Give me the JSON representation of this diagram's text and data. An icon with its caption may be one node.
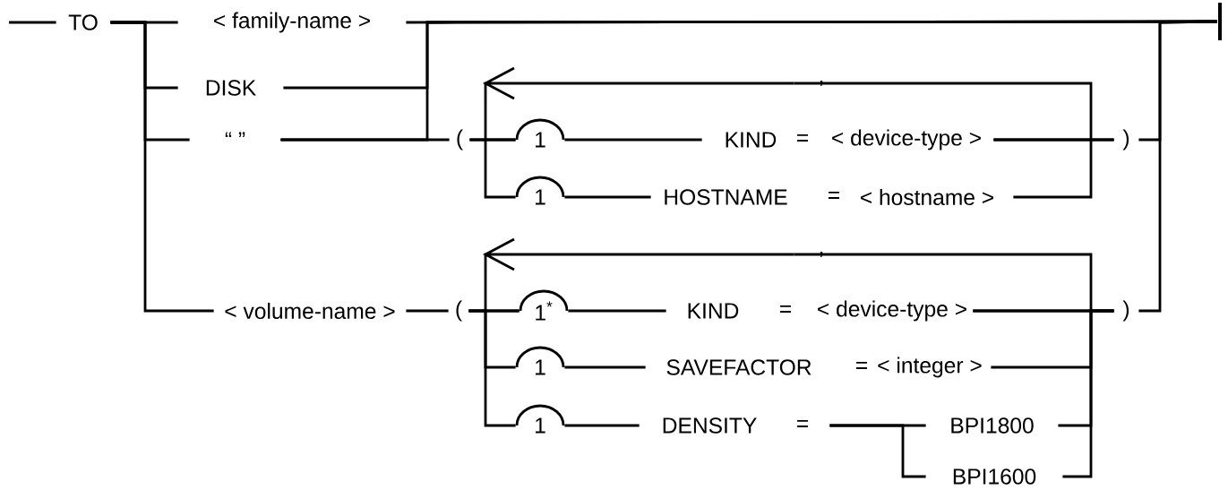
{
  "diagram": {
    "nodes": [
      {
        "text": [
          "TO"
        ]
      },
      {
        "text": [
          "< family-name >"
        ]
      },
      {
        "text": [
          "DISK"
        ]
      },
      {
        "text": [
          "“ ”"
        ]
      },
      {
        "text": [
          "< volume-name >"
        ]
      },
      {
        "text": [
          "("
        ]
      },
      {
        "text": [
          ","
        ]
      },
      {
        "text": [
          "1"
        ]
      },
      {
        "text": [
          "KIND",
          "=",
          "< device-type >"
        ]
      },
      {
        "text": [
          ")"
        ]
      },
      {
        "text": [
          "1"
        ]
      },
      {
        "text": [
          "HOSTNAME",
          "=",
          "< hostname >"
        ]
      },
      {
        "text": [
          "("
        ]
      },
      {
        "text": [
          ","
        ]
      },
      {
        "text": [
          "1$^{*}$"
        ]
      },
      {
        "text": [
          "KIND",
          "=",
          "< device-type >"
        ]
      },
      {
        "text": [
          ")"
        ]
      },
      {
        "text": [
          "1"
        ]
      },
      {
        "text": [
          "SAVEFACTOR",
          "=",
          "< integer >"
        ]
      },
      {
        "text": [
          "1"
        ]
      },
      {
        "text": [
          "DENSITY",
          "="
        ]
      },
      {
        "text": [
          "BPI1800"
        ]
      },
      {
        "text": [
          "BPI1600"
        ]
      },
      {
        "text": [],
        "shape": "bar"
      }
    ],
    "edges": [
      {
        "from": null,
        "to": 0,
        "arrow": "none"
      },
      {
        "from": 0,
        "to": 1,
        "arrow": "none"
      },
      {
        "from": 0,
        "to": 2,
        "arrow": "none"
      },
      {
        "from": 0,
        "to": 3,
        "arrow": "none"
      },
      {
        "from": 0,
        "to": 4,
        "arrow": "none"
      },
      {
        "from": 1,
        "to": 23,
        "arrow": "none"
      },
      {
        "from": 2,
        "to": 23,
        "arrow": "none"
      },
      {
        "from": 3,
        "to": 23,
        "arrow": "none"
      },
      {
        "from": 3,
        "to": 5,
        "arrow": "none"
      },
      {
        "from": 5,
        "to": 7,
        "arrow": "none"
      },
      {
        "from": 5,
        "to": 10,
        "arrow": "none"
      },
      {
        "from": 7,
        "to": 8,
        "arrow": "none"
      },
      {
        "from": 10,
        "to": 11,
        "arrow": "none"
      },
      {
        "from": 8,
        "to": 9,
        "arrow": "none"
      },
      {
        "from": 11,
        "to": 9,
        "arrow": "none"
      },
      {
        "from": 8,
        "to": 6,
        "arrow": "none"
      },
      {
        "from": 6,
        "to": 7,
        "arrow": "to"
      },
      {
        "from": 9,
        "to": 23,
        "arrow": "none"
      },
      {
        "from": 4,
        "to": 12,
        "arrow": "none"
      },
      {
        "from": 12,
        "to": 14,
        "arrow": "none"
      },
      {
        "from": 12,
        "to": 17,
        "arrow": "none"
      },
      {
        "from": 12,
        "to": 19,
        "arrow": "none"
      },
      {
        "from": 14,
        "to": 15,
        "arrow": "none"
      },
      {
        "from": 17,
        "to": 18,
        "arrow": "none"
      },
      {
        "from": 19,
        "to": 20,
        "arrow": "none"
      },
      {
        "from": 20,
        "to": 21,
        "arrow": "none"
      },
      {
        "from": 20,
        "to": 22,
        "arrow": "none"
      },
      {
        "from": 15,
        "to": 16,
        "arrow": "none"
      },
      {
        "from": 18,
        "to": 16,
        "arrow": "none"
      },
      {
        "from": 21,
        "to": 16,
        "arrow": "none"
      },
      {
        "from": 22,
        "to": 16,
        "arrow": "none"
      },
      {
        "from": 15,
        "to": 13,
        "arrow": "none"
      },
      {
        "from": 13,
        "to": 14,
        "arrow": "to"
      },
      {
        "from": 16,
        "to": 23,
        "arrow": "none"
      }
    ]
  }
}
